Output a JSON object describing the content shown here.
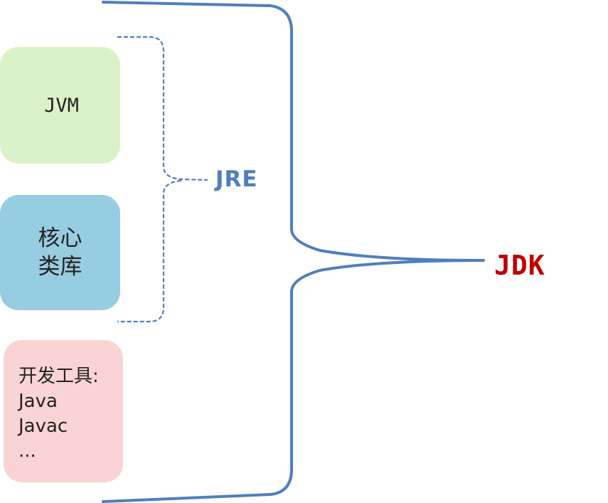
{
  "colors": {
    "jvm_fill": "#dbf2c8",
    "library_fill": "#97cde0",
    "tools_fill": "#fad4d4",
    "brace_blue": "#4f7fbd",
    "jre_text": "#4f7fbd",
    "jdk_text": "#c00000"
  },
  "components": {
    "jvm": {
      "label": "JVM"
    },
    "core_library": {
      "line1": "核心",
      "line2": "类库"
    },
    "dev_tools": {
      "line1": "开发工具:",
      "line2": "Java",
      "line3": "Javac",
      "line4": "..."
    }
  },
  "groups": {
    "jre": {
      "label": "JRE"
    },
    "jdk": {
      "label": "JDK"
    }
  }
}
